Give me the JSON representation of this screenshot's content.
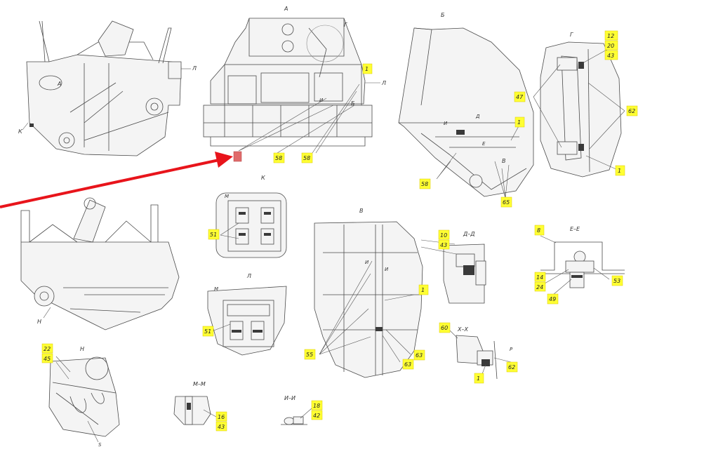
{
  "colors": {
    "highlight": "#ffff33",
    "arrow": "#e8141b",
    "target": "#e06b6b"
  },
  "view_labels": {
    "a": "А",
    "b": "Б",
    "g_top": "Г",
    "g_detail": "Г",
    "k": "К",
    "l": "Л",
    "v": "В",
    "dd": "Д–Д",
    "ee": "Е–Е",
    "xx": "Х–Х",
    "n": "Н",
    "mm": "М–М",
    "ii": "И–И"
  },
  "section_marks": {
    "s1": "Л",
    "s2": "А",
    "s3": "К",
    "s4": "Л",
    "s5": "Б",
    "s6": "Г",
    "s7": "Д",
    "s8": "И",
    "s9": "Е",
    "s10": "В",
    "s11": "Н",
    "s12": "М",
    "s13": "М",
    "s14": "И",
    "s15": "Р",
    "s16": "Е",
    "s17": "Д",
    "s18": "S"
  },
  "callouts": {
    "c1": "1",
    "c2": "58",
    "c3": "58",
    "c4": "1",
    "c5": "58",
    "c6": "65",
    "c7": "12",
    "c8": "20",
    "c9": "43",
    "c10": "47",
    "c11": "62",
    "c12": "1",
    "c13": "51",
    "c14": "51",
    "c15": "55",
    "c16": "1",
    "c17": "63",
    "c18": "63",
    "c19": "10",
    "c20": "43",
    "c21": "60",
    "c22": "62",
    "c23": "1",
    "c24": "8",
    "c25": "14",
    "c26": "24",
    "c27": "49",
    "c28": "53",
    "c29": "22",
    "c30": "45",
    "c31": "16",
    "c32": "43",
    "c33": "18",
    "c34": "42"
  }
}
